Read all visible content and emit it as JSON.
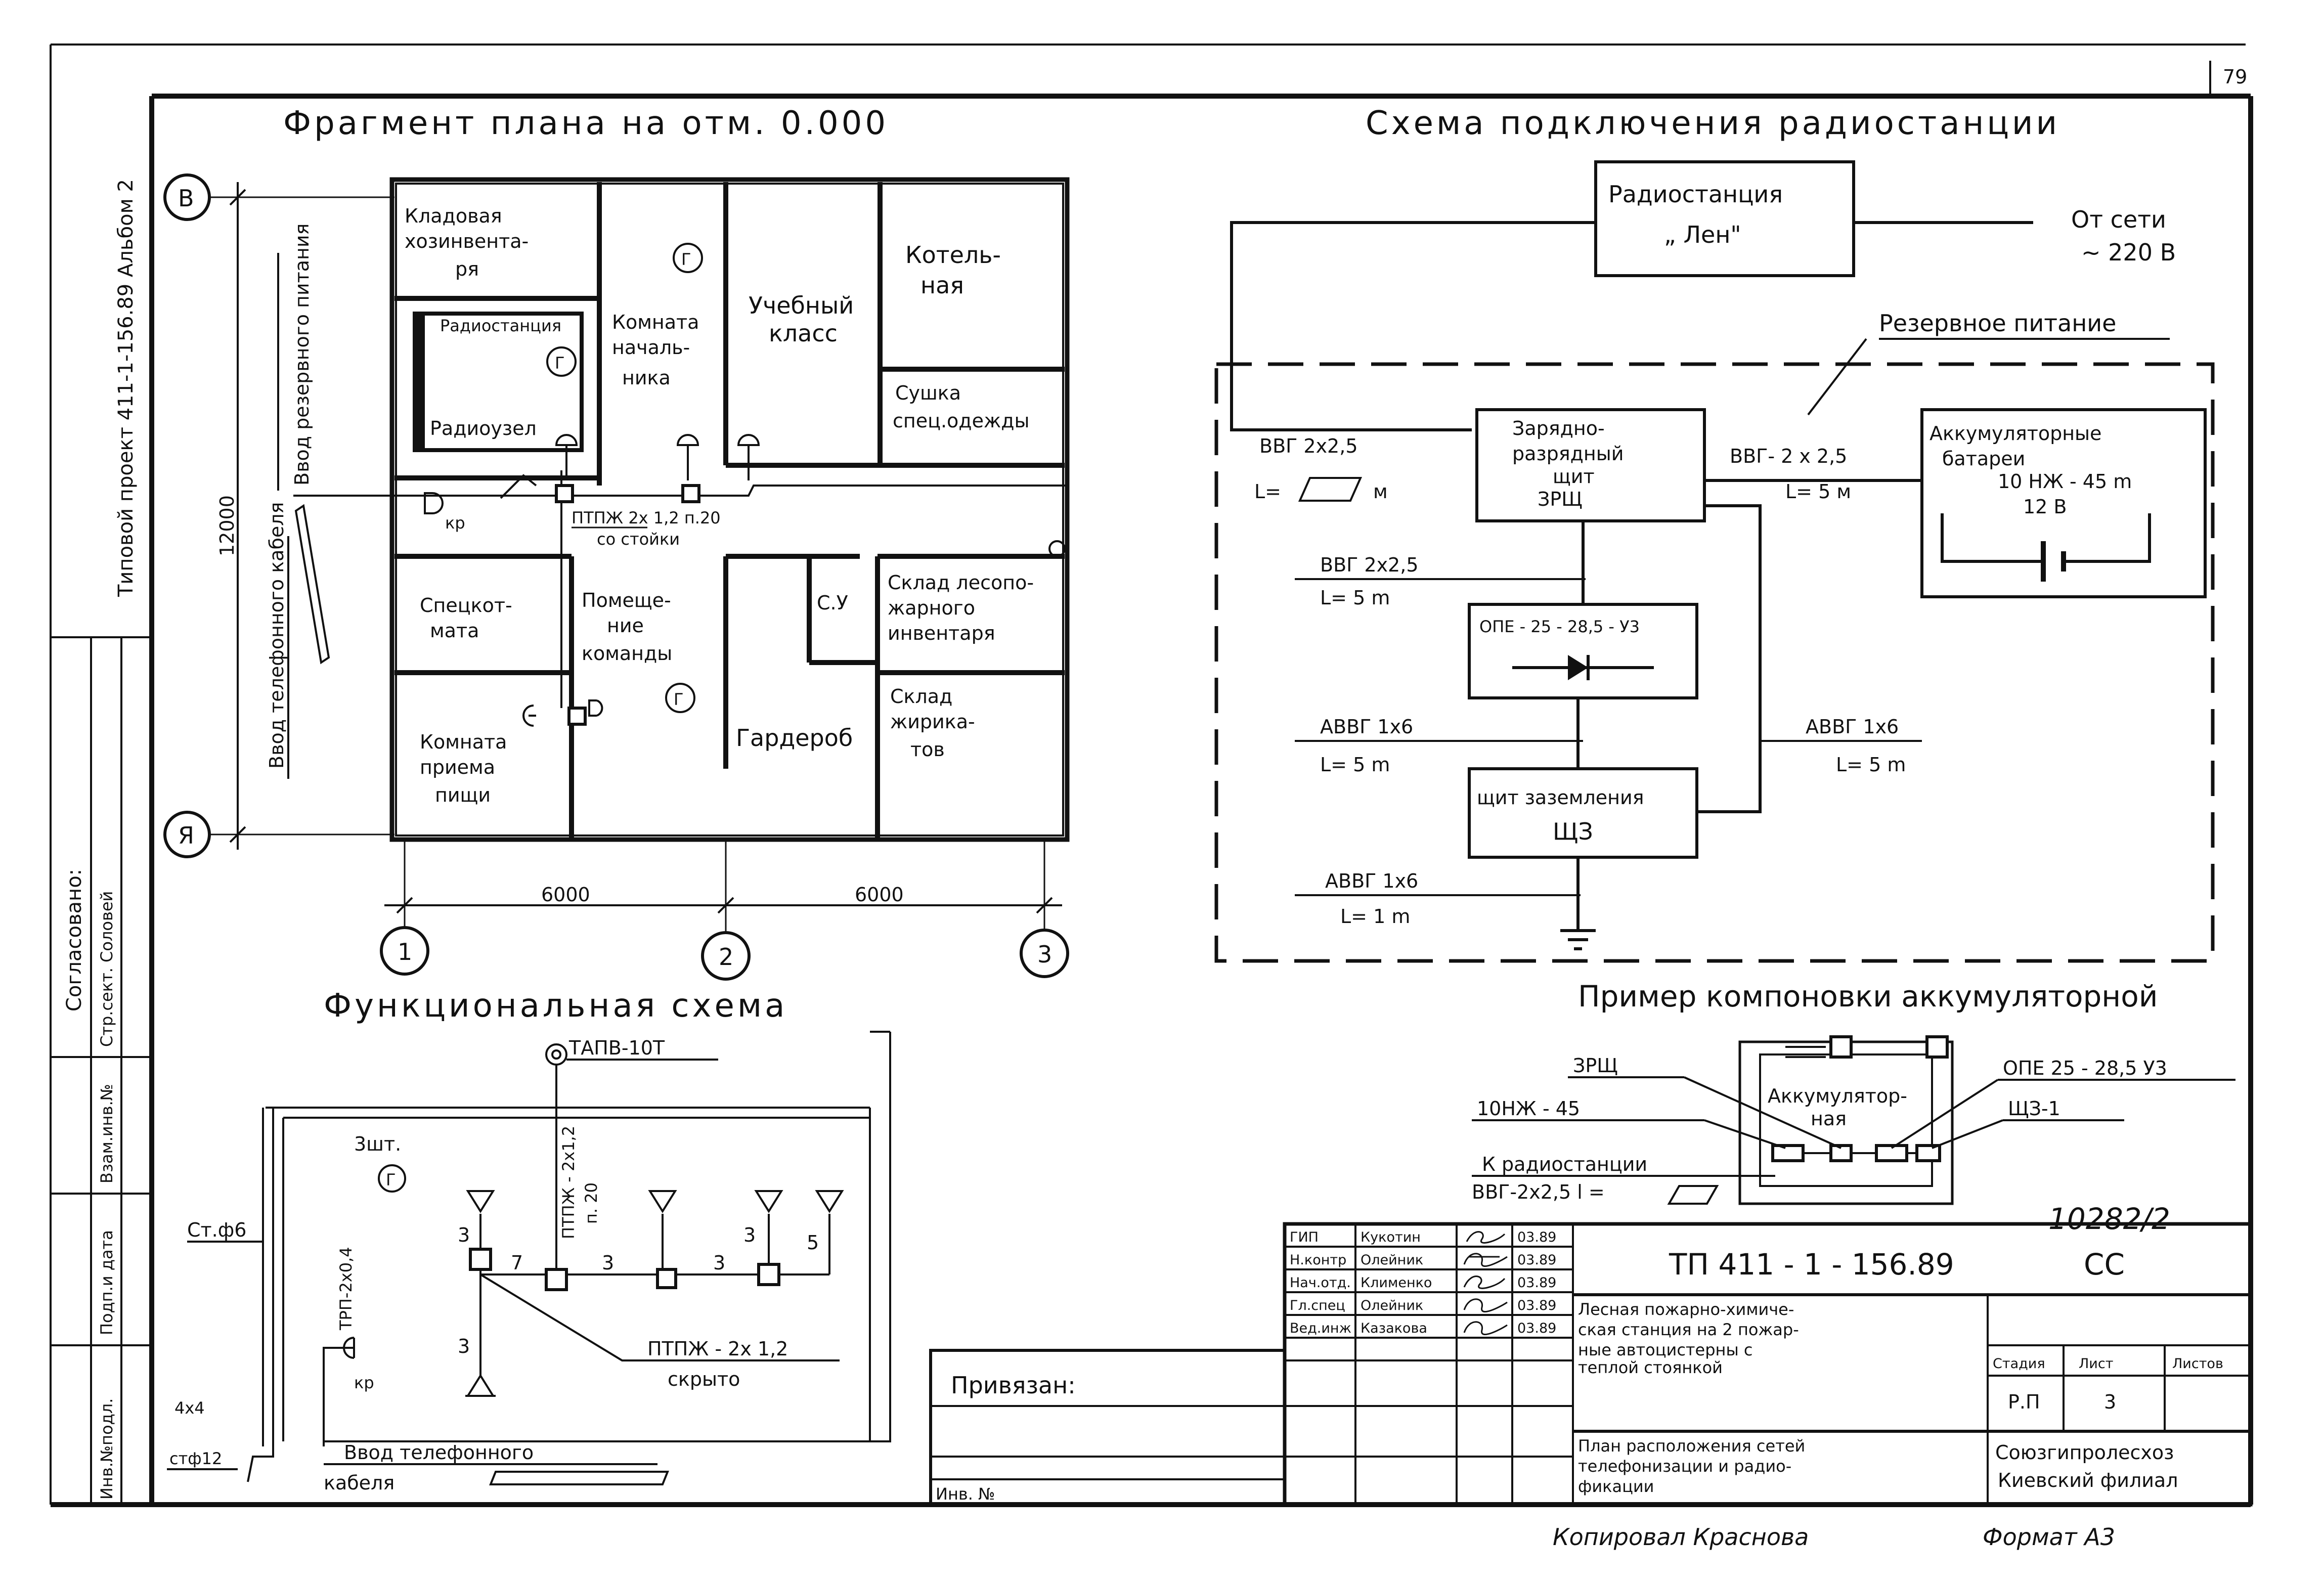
{
  "sheet": {
    "page_number": "79",
    "side_project": "Типовой проект 411-1-156.89 Альбом 2",
    "side_agreed": "Согласовано:",
    "side_sector": "Стр.сект. Соловей",
    "side_col1": "Взам.инв.№",
    "side_col2": "Подп.и дата",
    "side_col3": "Инв.№подл.",
    "reg_number": "10282/2",
    "copied_by": "Копировал  Краснова",
    "format": "Формат А3"
  },
  "plan": {
    "title": "Фрагмент  плана   на отм. 0.000",
    "axis_B": "В",
    "axis_A": "Я",
    "axis_1": "1",
    "axis_2": "2",
    "axis_3": "3",
    "dim_left": "6000",
    "dim_right": "6000",
    "dim_vert": "12000",
    "reserve_input": "Ввод резервного питания",
    "phone_input": "Ввод телефонного кабеля",
    "rooms": {
      "storage_1": "Кладовая",
      "storage_2": "хозинвента-",
      "storage_3": "ря",
      "radiostation": "Радиостанция",
      "radiouzel": "Радиоузел",
      "chief_1": "Комната",
      "chief_2": "началь-",
      "chief_3": "ника",
      "class_1": "Учебный",
      "class_2": "класс",
      "boiler_1": "Котель-",
      "boiler_2": "ная",
      "dry_1": "Сушка",
      "dry_2": "спец.одежды",
      "special_1": "Спецкот-",
      "special_2": "мата",
      "team_1": "Помеще-",
      "team_2": "ние",
      "team_3": "команды",
      "wc": "С.У",
      "forest_1": "Склад лесопо-",
      "forest_2": "жарного",
      "forest_3": "инвентаря",
      "food_store_1": "Склад",
      "food_store_2": "жирика-",
      "food_store_3": "тов",
      "dining_1": "Комната",
      "dining_2": "приема",
      "dining_3": "пищи",
      "wardrobe": "Гардероб"
    },
    "mark_G": "Г",
    "kr": "кр",
    "cable_1": "ПТПЖ     2х 1,2  п.20",
    "cable_2": "со  стойки"
  },
  "functional": {
    "title": "Функциональная   схема",
    "tapv": "ТАПВ-10Т",
    "cable_vert": "ПТПЖ - 2х1,2",
    "cable_vert_2": "п. 20",
    "qty": "3шт.",
    "mark_G": "Г",
    "trp": "ТРП-2х0,4",
    "kr": "кр",
    "st6": "Ст.ф6",
    "st12": "стф12",
    "lx4": "4х4",
    "n3a": "3",
    "n3b": "3",
    "n7": "7",
    "n3c": "3",
    "n3d": "3",
    "n3e": "3",
    "n5": "5",
    "hidden_1": "ПТПЖ - 2х 1,2",
    "hidden_2": "скрыто",
    "phone_in": "Ввод   телефонного",
    "phone_in_2": "кабеля"
  },
  "scheme": {
    "title": "Схема   подключения   радиостанции",
    "radio_1": "Радиостанция",
    "radio_2": "„ Лен\"",
    "mains_1": "От сети",
    "mains_2": "~  220 В",
    "reserve": "Резервное  питание",
    "vvg1": "ВВГ  2х2,5",
    "len1": "L=",
    "len1u": "м",
    "zrsh_1": "Зарядно-",
    "zrsh_2": "разрядный",
    "zrsh_3": "щит",
    "zrsh_4": "ЗРЩ",
    "vvg2": "ВВГ- 2 х 2,5",
    "len2": "L=  5 м",
    "bat_1": "Аккумуляторные",
    "bat_2": "батареи",
    "bat_3": "10 НЖ -  45 m",
    "bat_4": "12 В",
    "vvg3": "ВВГ       2х2,5",
    "len3": "L= 5 m",
    "ope": "ОПЕ  - 25 - 28,5 - У3",
    "avvg1": "АВВГ      1х6",
    "len4": "L= 5 m",
    "avvg2": "АВВГ  1х6",
    "len5": "L= 5 m",
    "sz_1": "щит заземления",
    "sz_2": "ЩЗ",
    "avvg3": "АВВГ     1х6",
    "len6": "L= 1 m"
  },
  "layout": {
    "title": "Пример компоновки аккумуляторной",
    "zrsh": "ЗРЩ",
    "nzh": "10НЖ - 45",
    "ope": "ОПЕ 25 - 28,5 У3",
    "sz": "ЩЗ-1",
    "akk_1": "Аккумулятор-",
    "akk_2": "ная",
    "to_radio": "К радиостанции",
    "vvg": "ВВГ-2х2,5  l ="
  },
  "stamp": {
    "bound": "Привязан:",
    "inv": "Инв. №",
    "designation": "ТП  411 - 1 - 156.89",
    "code": "СС",
    "roles": [
      {
        "role": "ГИП",
        "name": "Кукотин",
        "date": "03.89"
      },
      {
        "role": "Н.контр",
        "name": "Олейник",
        "date": "03.89"
      },
      {
        "role": "Нач.отд.",
        "name": "Клименко",
        "date": "03.89"
      },
      {
        "role": "Гл.спец",
        "name": "Олейник",
        "date": "03.89"
      },
      {
        "role": "Вед.инж",
        "name": "Казакова",
        "date": "03.89"
      }
    ],
    "object_1": "Лесная пожарно-химиче-",
    "object_2": "ская станция на 2 пожар-",
    "object_3": "ные автоцистерны с",
    "object_4": "теплой стоянкой",
    "sheet_title_1": "План расположения сетей",
    "sheet_title_2": "телефонизации и радио-",
    "sheet_title_3": "фикации",
    "stage_h": "Стадия",
    "sheet_h": "Лист",
    "sheets_h": "Листов",
    "stage": "Р.П",
    "sheet": "3",
    "org_1": "Союзгипролесхоз",
    "org_2": "Киевский филиал"
  }
}
